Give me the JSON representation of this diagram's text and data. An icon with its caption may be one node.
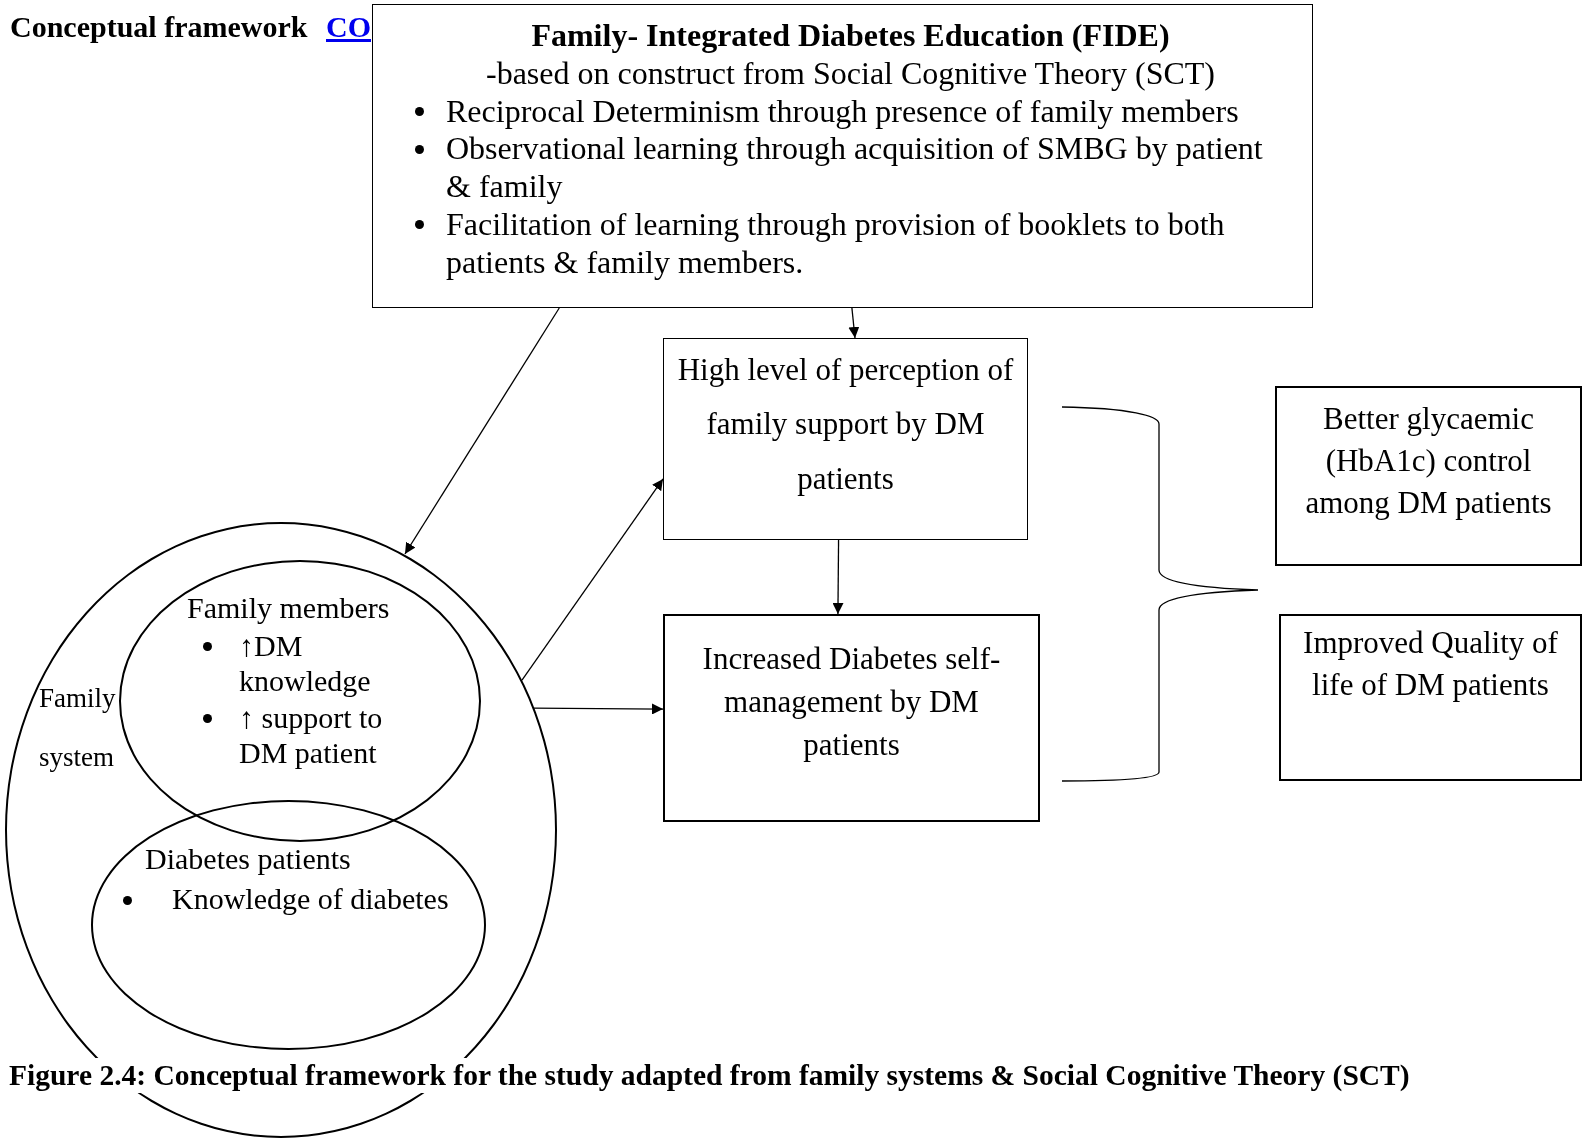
{
  "diagram": {
    "caption": "Figure 2.4: Conceptual framework for the study adapted from family systems & Social Cognitive Theory (SCT)",
    "nodes": [
      {
        "text": [
          "Family- Integrated Diabetes Education (FIDE)",
          "-based on construct from Social Cognitive Theory (SCT)",
          "Reciprocal Determinism through presence of family members",
          "Observational learning through acquisition of SMBG by patient & family",
          "Facilitation of learning through provision of booklets to both patients & family members."
        ]
      },
      {
        "text": [
          "High level of perception of family support by DM patients"
        ]
      },
      {
        "text": [
          "Increased Diabetes self-management by DM patients"
        ]
      },
      {
        "text": [
          "Better glycaemic (HbA1c) control among DM patients"
        ]
      },
      {
        "text": [
          "Improved Quality of life of DM patients"
        ]
      },
      {
        "text": [
          "Family system"
        ]
      },
      {
        "text": [
          "Family members",
          "↑DM knowledge",
          "↑ support to DM patient"
        ],
        "in": 5
      },
      {
        "text": [
          "Diabetes patients",
          "Knowledge of diabetes"
        ],
        "in": 5
      }
    ],
    "edges": [
      {
        "from": 0,
        "to": 5,
        "arrow": "to"
      },
      {
        "from": 0,
        "to": 1,
        "arrow": "to"
      },
      {
        "from": 5,
        "to": 1,
        "arrow": "to"
      },
      {
        "from": 5,
        "to": 2,
        "arrow": "to"
      },
      {
        "from": 1,
        "to": 2,
        "arrow": "to"
      }
    ],
    "labels": [
      "Conceptual framework",
      "CO"
    ]
  }
}
